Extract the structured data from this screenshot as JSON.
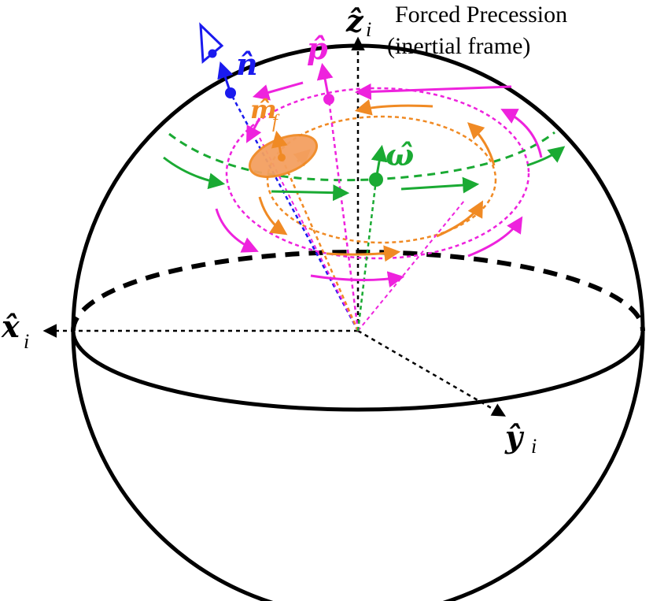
{
  "title": {
    "line1": "Forced Precession",
    "line2": "(inertial frame)"
  },
  "axes": {
    "z": {
      "symbol": "ẑ",
      "subscript": "i"
    },
    "x": {
      "symbol": "x̂",
      "subscript": "i"
    },
    "y": {
      "symbol": "ŷ",
      "subscript": "i"
    }
  },
  "vectors": {
    "n": {
      "symbol": "n̂",
      "color": "#1a1aee"
    },
    "p": {
      "symbol": "p̂",
      "color": "#ee22dd"
    },
    "m": {
      "symbol": "m̂",
      "subscript": "f",
      "color": "#f08a24"
    },
    "omega": {
      "symbol": "ω̂",
      "color": "#1aaa33"
    }
  },
  "colors": {
    "sphere": "#000000",
    "axes": "#000000",
    "observer": "#1a1aee",
    "magenta": "#ee22dd",
    "orange": "#f08a24",
    "green": "#1aaa33"
  }
}
